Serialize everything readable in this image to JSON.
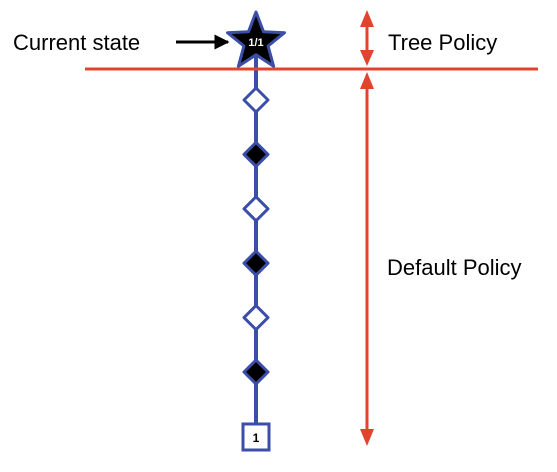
{
  "labels": {
    "current_state": "Current state",
    "tree_policy": "Tree Policy",
    "default_policy": "Default Policy"
  },
  "root": {
    "shape": "star",
    "text": "1/1"
  },
  "chain": [
    {
      "shape": "diamond",
      "fill": "white"
    },
    {
      "shape": "diamond",
      "fill": "black"
    },
    {
      "shape": "diamond",
      "fill": "white"
    },
    {
      "shape": "diamond",
      "fill": "black"
    },
    {
      "shape": "diamond",
      "fill": "white"
    },
    {
      "shape": "diamond",
      "fill": "black"
    }
  ],
  "terminal": {
    "shape": "square",
    "text": "1"
  },
  "colors": {
    "edge": "#3b4ea8",
    "divider": "#e0442c",
    "node_dark": "#000000",
    "node_light": "#ffffff"
  }
}
